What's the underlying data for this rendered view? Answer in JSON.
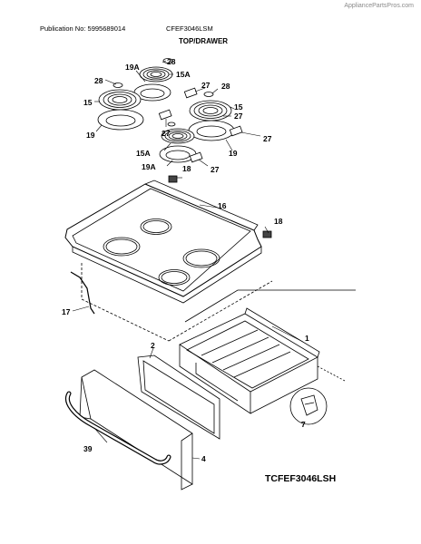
{
  "header": {
    "watermark": "AppliancePartsPros.com",
    "publication": "Publication No: 5995689014",
    "model": "CFEF3046LSM",
    "section": "TOP/DRAWER"
  },
  "callouts": {
    "c28a": "28",
    "c19a_top": "19A",
    "c15a_top": "15A",
    "c27a": "27",
    "c28b": "28",
    "c28c": "28",
    "c15_left": "15",
    "c15_right": "15",
    "c27b": "27",
    "c19_left": "19",
    "c27_center": "27",
    "c27_right": "27",
    "c19_right": "19",
    "c15a_bottom": "15A",
    "c19a_bottom": "19A",
    "c18a": "18",
    "c27_bottom": "27",
    "c16": "16",
    "c18b": "18",
    "c17": "17",
    "c2": "2",
    "c1": "1",
    "c39": "39",
    "c4": "4",
    "c7": "7"
  },
  "footer": {
    "diagram_code": "TCFEF3046LSH"
  }
}
